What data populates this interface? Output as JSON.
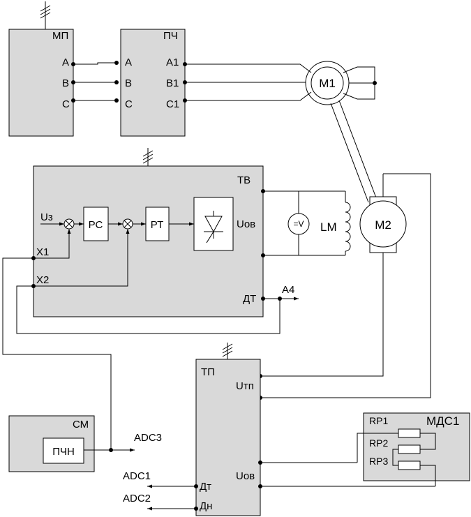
{
  "blocks": {
    "mp": {
      "title": "МП",
      "pins": [
        "A",
        "B",
        "C"
      ]
    },
    "pch": {
      "title": "ПЧ",
      "pins_in": [
        "A",
        "B",
        "C"
      ],
      "pins_out": [
        "A1",
        "B1",
        "C1"
      ]
    },
    "tv": {
      "title": "ТВ",
      "input_label": "Uз",
      "rs_label": "РС",
      "rt_label": "РТ",
      "uov_label": "Uов",
      "x1_label": "X1",
      "x2_label": "X2",
      "dt_label": "ДТ",
      "a4_label": "A4"
    },
    "tp": {
      "title": "ТП",
      "utp_label": "Uтп",
      "uov_label": "Uов",
      "dt_label": "Дт",
      "dn_label": "Дн"
    },
    "sm": {
      "title": "СМ",
      "inner_label": "ПЧН"
    },
    "mds1": {
      "title": "МДС1",
      "resistors": [
        "RP1",
        "RP2",
        "RP3"
      ]
    }
  },
  "machines": {
    "m1": "M1",
    "m2": "M2",
    "lm": "LM",
    "voltmeter": "=V"
  },
  "signals": {
    "adc3": "ADC3",
    "adc1": "ADC1",
    "adc2": "ADC2"
  }
}
